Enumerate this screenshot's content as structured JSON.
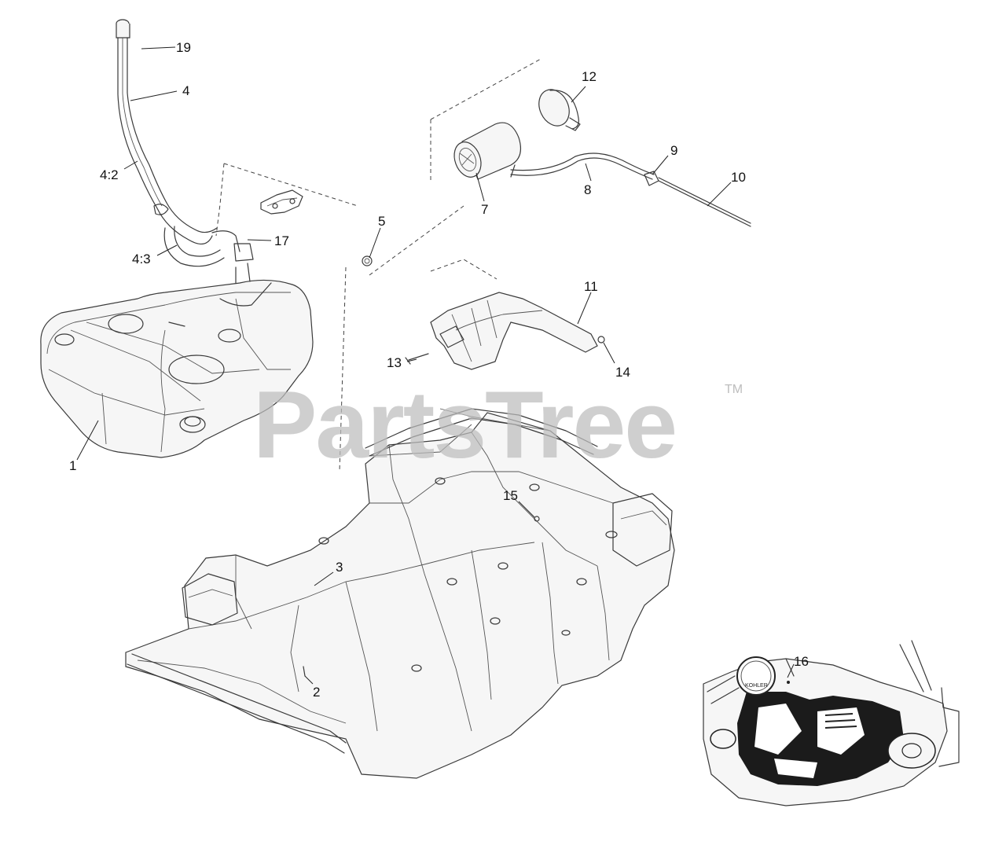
{
  "watermark": {
    "text": "PartsTree",
    "trademark": "TM"
  },
  "engine_badge": "KOHLER",
  "callouts": {
    "c19": "19",
    "c4": "4",
    "c4_2": "4:2",
    "c4_3": "4:3",
    "c17": "17",
    "c5": "5",
    "c12": "12",
    "c9": "9",
    "c8": "8",
    "c7": "7",
    "c10": "10",
    "c11": "11",
    "c13": "13",
    "c14": "14",
    "c1": "1",
    "c15": "15",
    "c3": "3",
    "c2": "2",
    "c16": "16"
  }
}
